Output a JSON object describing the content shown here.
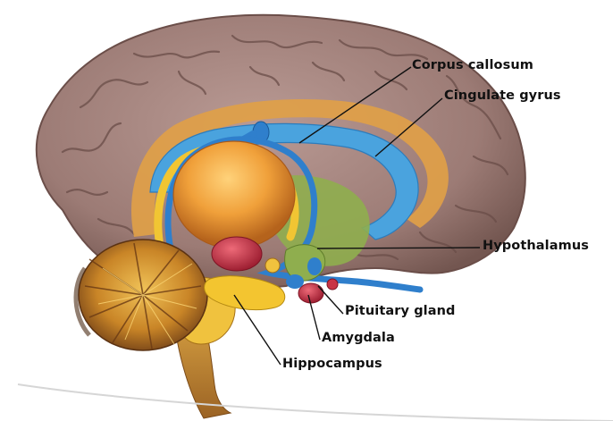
{
  "labels": {
    "corpus_callosum": "Corpus callosum",
    "cingulate_gyrus": "Cingulate gyrus",
    "hypothalamus": "Hypothalamus",
    "pituitary_gland": "Pituitary gland",
    "amygdala": "Amygdala",
    "hippocampus": "Hippocampus"
  },
  "colors": {
    "cortex": "#a07f7a",
    "cortex_shadow": "#7d5f5a",
    "cingulate": "#e3a74c",
    "corpus_callosum": "#4fa6df",
    "thalamus": "#ee9a2f",
    "limbic_green": "#8fae4e",
    "amygdala": "#c93445",
    "hippocampus": "#f0c530",
    "cerebellum": "#c98a2a",
    "brainstem": "#c9962e",
    "fornix": "#2f7fcc"
  }
}
